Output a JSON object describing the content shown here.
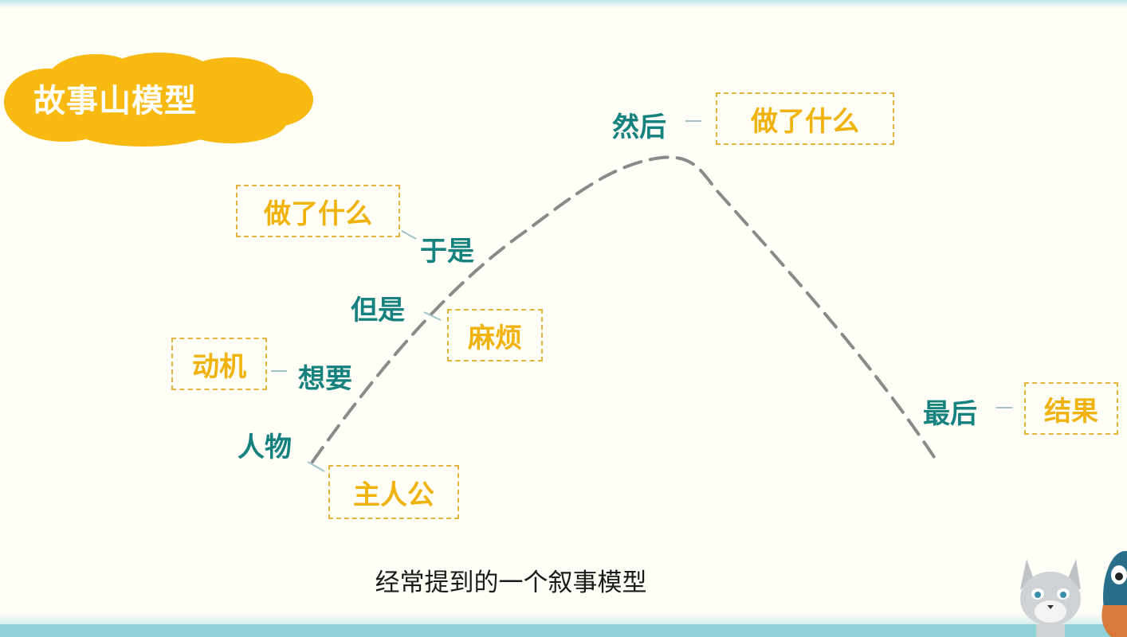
{
  "title": "故事山模型",
  "stages": {
    "protagonist_label": "人物",
    "want_label": "想要",
    "but_label": "但是",
    "so_label": "于是",
    "then_label": "然后",
    "finally_label": "最后"
  },
  "boxes": {
    "protagonist": "主人公",
    "motive": "动机",
    "trouble": "麻烦",
    "action_1": "做了什么",
    "action_2": "做了什么",
    "result": "结果"
  },
  "caption": "经常提到的一个叙事模型",
  "colors": {
    "background": "#8fd3d8",
    "paper": "#fffef7",
    "title_cloud": "#f8b911",
    "stage_text": "#15827f",
    "box_text": "#f0b20c",
    "box_border": "#e3b43a",
    "curve": "#8a8a8a"
  },
  "icons": [
    "cat-mascot-icon",
    "owl-mascot-icon"
  ]
}
